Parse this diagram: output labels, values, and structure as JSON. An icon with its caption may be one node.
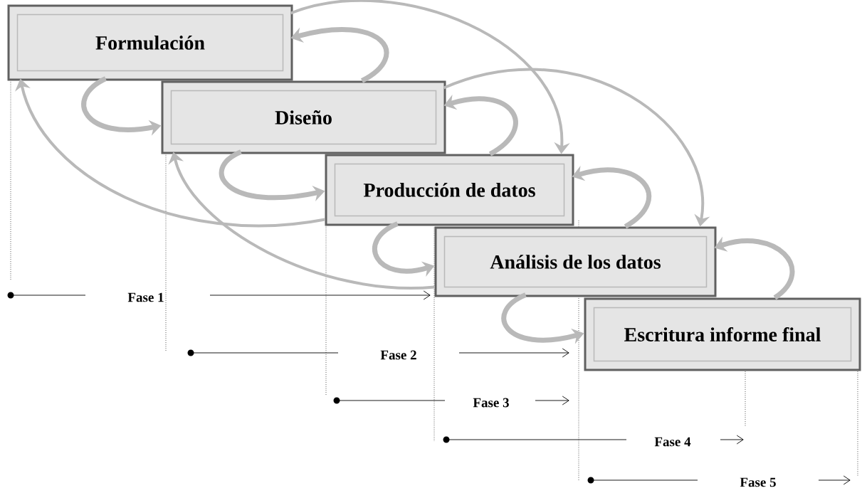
{
  "diagram": {
    "nodes": [
      {
        "text": [
          "Formulación"
        ]
      },
      {
        "text": [
          "Diseño"
        ]
      },
      {
        "text": [
          "Producción de datos"
        ]
      },
      {
        "text": [
          "Análisis de los datos"
        ]
      },
      {
        "text": [
          "Escritura informe final"
        ]
      }
    ],
    "edges": [
      {
        "from": 0,
        "to": 1,
        "arrow": "to"
      },
      {
        "from": 1,
        "to": 0,
        "arrow": "to"
      },
      {
        "from": 1,
        "to": 2,
        "arrow": "to"
      },
      {
        "from": 2,
        "to": 1,
        "arrow": "to"
      },
      {
        "from": 2,
        "to": 3,
        "arrow": "to"
      },
      {
        "from": 3,
        "to": 2,
        "arrow": "to"
      },
      {
        "from": 3,
        "to": 4,
        "arrow": "to"
      },
      {
        "from": 4,
        "to": 3,
        "arrow": "to"
      },
      {
        "from": 2,
        "to": 0,
        "arrow": "to"
      },
      {
        "from": 3,
        "to": 1,
        "arrow": "to"
      },
      {
        "from": 0,
        "to": 2,
        "arrow": "to"
      },
      {
        "from": 1,
        "to": 3,
        "arrow": "to"
      }
    ],
    "labels": [
      "Fase 1",
      "Fase 2",
      "Fase 3",
      "Fase 4",
      "Fase 5"
    ]
  }
}
